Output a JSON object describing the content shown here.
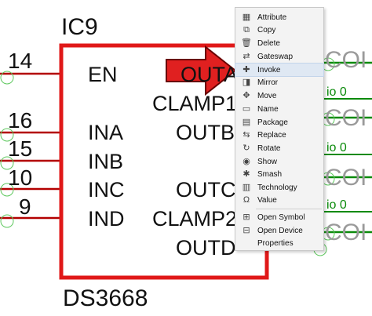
{
  "schematic": {
    "part_name": "IC9",
    "part_value": "DS3668",
    "pins_left": [
      {
        "number": "14",
        "name": "EN"
      },
      {
        "number": "16",
        "name": "INA"
      },
      {
        "number": "15",
        "name": "INB"
      },
      {
        "number": "10",
        "name": "INC"
      },
      {
        "number": "9",
        "name": "IND"
      }
    ],
    "pins_right": [
      "OUTA",
      "CLAMP1",
      "OUTB",
      "OUTC",
      "CLAMP2",
      "OUTD"
    ],
    "net_labels": [
      "COI",
      "COI",
      "COI",
      "COI"
    ],
    "io_labels": [
      "io 0",
      "io 0",
      "io 0"
    ]
  },
  "context_menu": {
    "hovered": "Invoke",
    "items": [
      {
        "label": "Attribute",
        "icon": "attribute-icon"
      },
      {
        "label": "Copy",
        "icon": "copy-icon"
      },
      {
        "label": "Delete",
        "icon": "delete-icon"
      },
      {
        "label": "Gateswap",
        "icon": "gateswap-icon"
      },
      {
        "label": "Invoke",
        "icon": "invoke-icon"
      },
      {
        "label": "Mirror",
        "icon": "mirror-icon"
      },
      {
        "label": "Move",
        "icon": "move-icon"
      },
      {
        "label": "Name",
        "icon": "name-icon"
      },
      {
        "label": "Package",
        "icon": "package-icon"
      },
      {
        "label": "Replace",
        "icon": "replace-icon"
      },
      {
        "label": "Rotate",
        "icon": "rotate-icon"
      },
      {
        "label": "Show",
        "icon": "show-icon"
      },
      {
        "label": "Smash",
        "icon": "smash-icon"
      },
      {
        "label": "Technology",
        "icon": "technology-icon"
      },
      {
        "label": "Value",
        "icon": "value-icon"
      },
      {
        "label": "Open Symbol",
        "icon": "open-symbol-icon"
      },
      {
        "label": "Open Device",
        "icon": "open-device-icon"
      },
      {
        "label": "Properties",
        "icon": "properties-icon"
      }
    ]
  },
  "colors": {
    "symbol_outline": "#e01818",
    "wire": "#b30000",
    "net_wire": "#0b8a0b",
    "pin_circle": "#5ec85e",
    "arrow_fill": "#e02020",
    "menu_hover": "#dfe8f3"
  }
}
